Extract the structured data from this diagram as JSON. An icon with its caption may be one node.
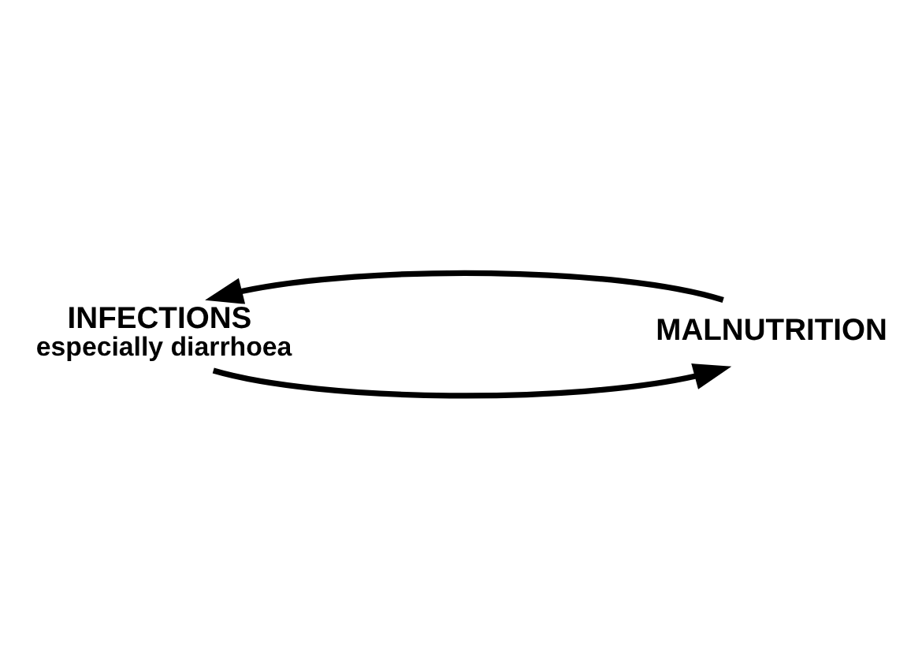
{
  "diagram": {
    "nodes": [
      {
        "text": [
          "INFECTIONS",
          "especially diarrhoea"
        ]
      },
      {
        "text": [
          "MALNUTRITION"
        ]
      }
    ],
    "edges": [
      {
        "from": 0,
        "to": 1,
        "arrow": "to"
      },
      {
        "from": 1,
        "to": 0,
        "arrow": "to"
      }
    ]
  }
}
